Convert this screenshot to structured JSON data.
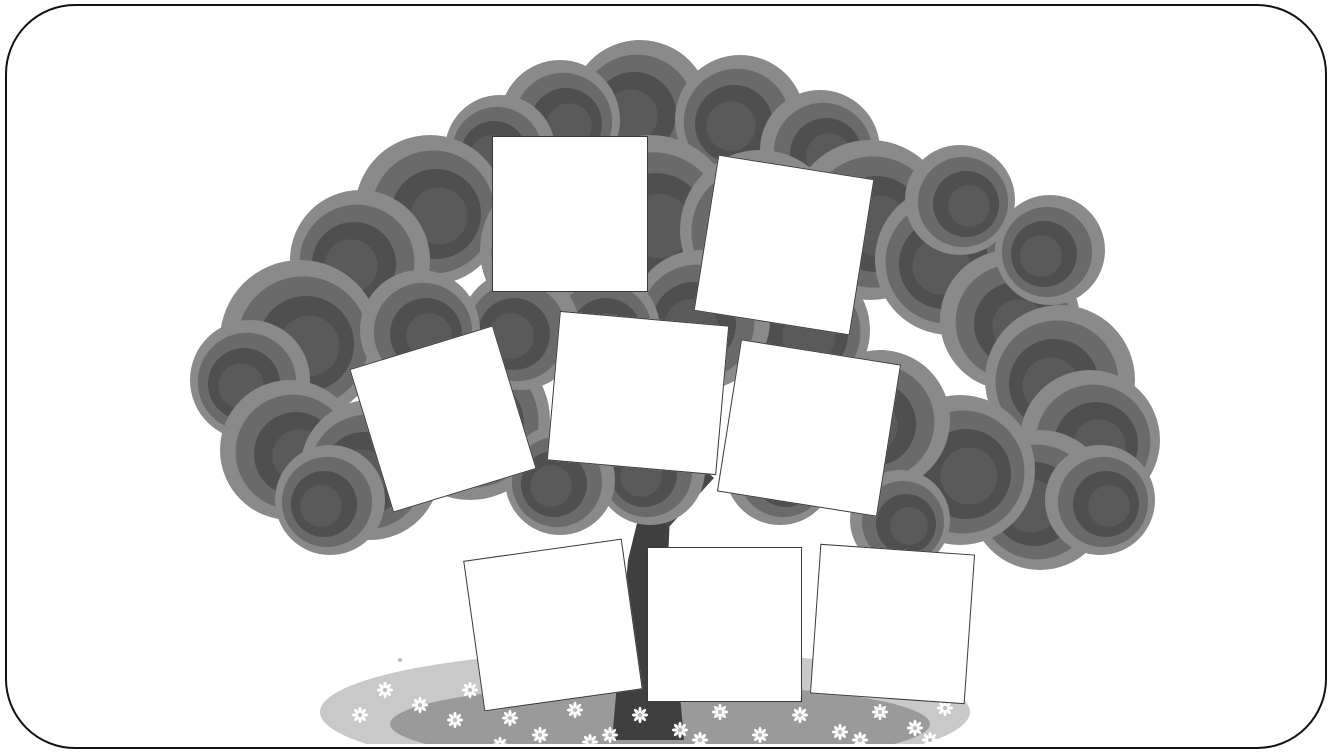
{
  "colors": {
    "frame_border": "#111111",
    "foliage_dark": "#4f4f4f",
    "foliage_mid": "#6a6a6a",
    "foliage_light": "#8a8a8a",
    "trunk": "#3f3f3f",
    "ground": "#c8c8c8",
    "flower": "#ffffff",
    "photo_slot": "#ffffff"
  },
  "photo_slots": [
    "slot-1",
    "slot-2",
    "slot-3",
    "slot-4",
    "slot-5",
    "slot-6",
    "slot-7",
    "slot-8"
  ],
  "icons": {
    "tree": "tree-illustration",
    "flowers": "daisy-flowers",
    "ground": "grass-ground"
  }
}
